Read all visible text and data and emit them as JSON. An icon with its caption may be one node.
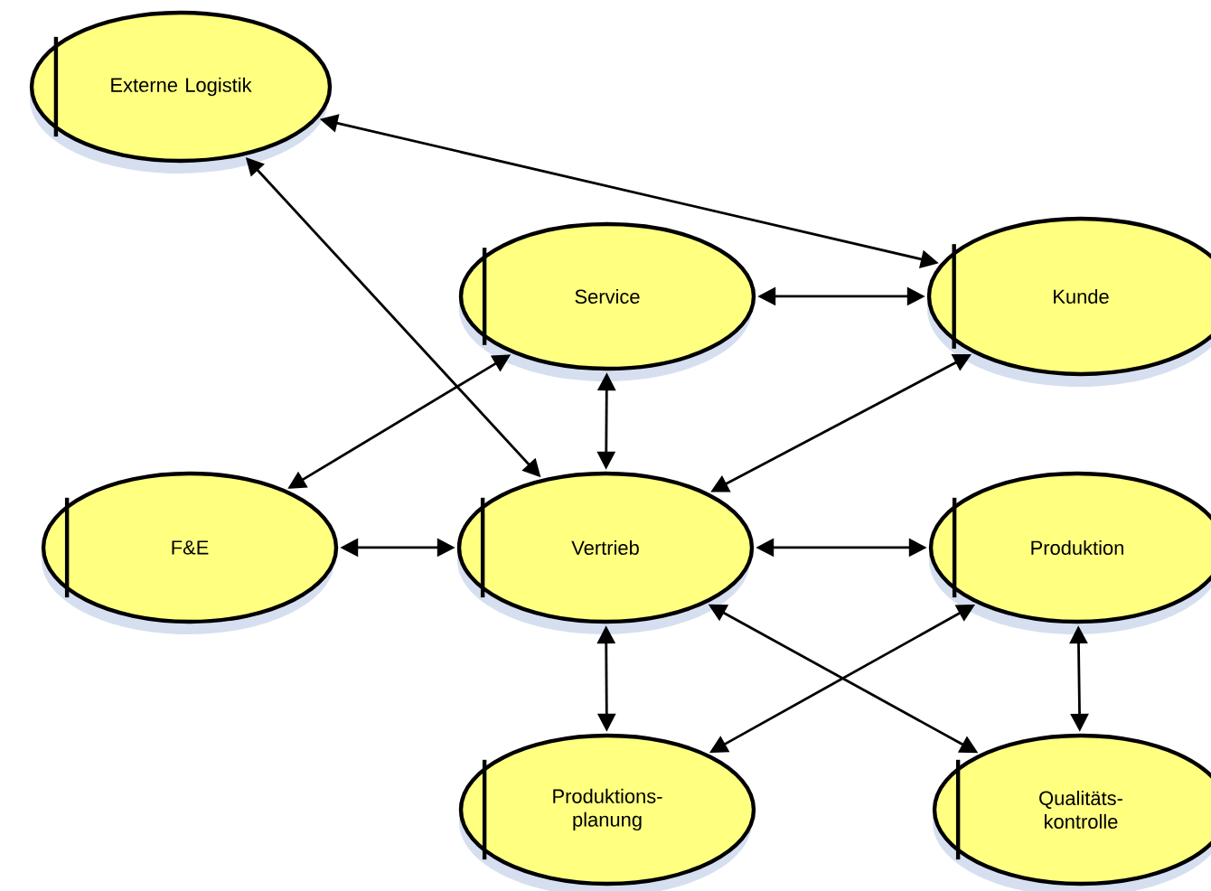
{
  "diagram": {
    "nodes": [
      {
        "text": [
          "Externe Logistik"
        ]
      },
      {
        "text": [
          "Service"
        ]
      },
      {
        "text": [
          "Kunde"
        ]
      },
      {
        "text": [
          "F&E"
        ]
      },
      {
        "text": [
          "Vertrieb"
        ]
      },
      {
        "text": [
          "Produktion"
        ]
      },
      {
        "text": [
          "Produktions- planung"
        ]
      },
      {
        "text": [
          "Qualitäts- kontrolle"
        ]
      }
    ],
    "edges": [
      {
        "from": 0,
        "to": 2,
        "arrow": "both"
      },
      {
        "from": 0,
        "to": 4,
        "arrow": "both"
      },
      {
        "from": 1,
        "to": 2,
        "arrow": "both"
      },
      {
        "from": 3,
        "to": 1,
        "arrow": "both"
      },
      {
        "from": 1,
        "to": 4,
        "arrow": "both"
      },
      {
        "from": 4,
        "to": 2,
        "arrow": "both"
      },
      {
        "from": 3,
        "to": 4,
        "arrow": "both"
      },
      {
        "from": 4,
        "to": 5,
        "arrow": "both"
      },
      {
        "from": 4,
        "to": 6,
        "arrow": "both"
      },
      {
        "from": 4,
        "to": 7,
        "arrow": "both"
      },
      {
        "from": 6,
        "to": 5,
        "arrow": "both"
      },
      {
        "from": 5,
        "to": 7,
        "arrow": "both"
      }
    ]
  }
}
